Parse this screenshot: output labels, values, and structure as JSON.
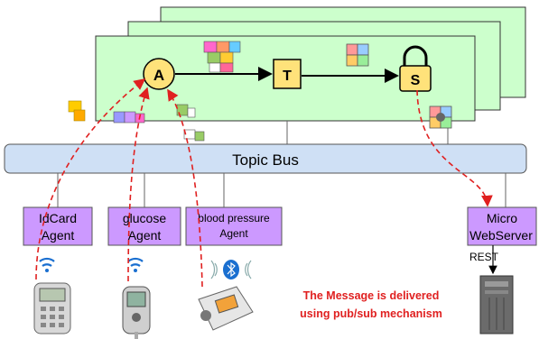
{
  "bus": {
    "label": "Topic Bus"
  },
  "nodes": {
    "a": "A",
    "t": "T",
    "s": "S"
  },
  "agents": [
    {
      "line1": "IdCard",
      "line2": "Agent"
    },
    {
      "line1": "glucose",
      "line2": "Agent"
    },
    {
      "line1": "blood pressure",
      "line2": "Agent"
    }
  ],
  "server": {
    "line1": "Micro",
    "line2": "WebServer",
    "rest_label": "REST"
  },
  "message": {
    "line1": "The Message is delivered",
    "line2": "using pub/sub mechanism"
  },
  "colors": {
    "panel_fill": "#ccffcc",
    "bus_fill": "#cfe0f5",
    "agent_fill": "#cc99ff",
    "node_fill": "#ffe27a",
    "dash_red": "#e02020",
    "message_red": "#e02020"
  },
  "icons": {
    "puzzle": "puzzle-piece-icon",
    "wifi": "wifi-signal-icon",
    "bluetooth": "bluetooth-icon",
    "lock": "padlock-icon",
    "checker": "checkered-square-icon"
  }
}
